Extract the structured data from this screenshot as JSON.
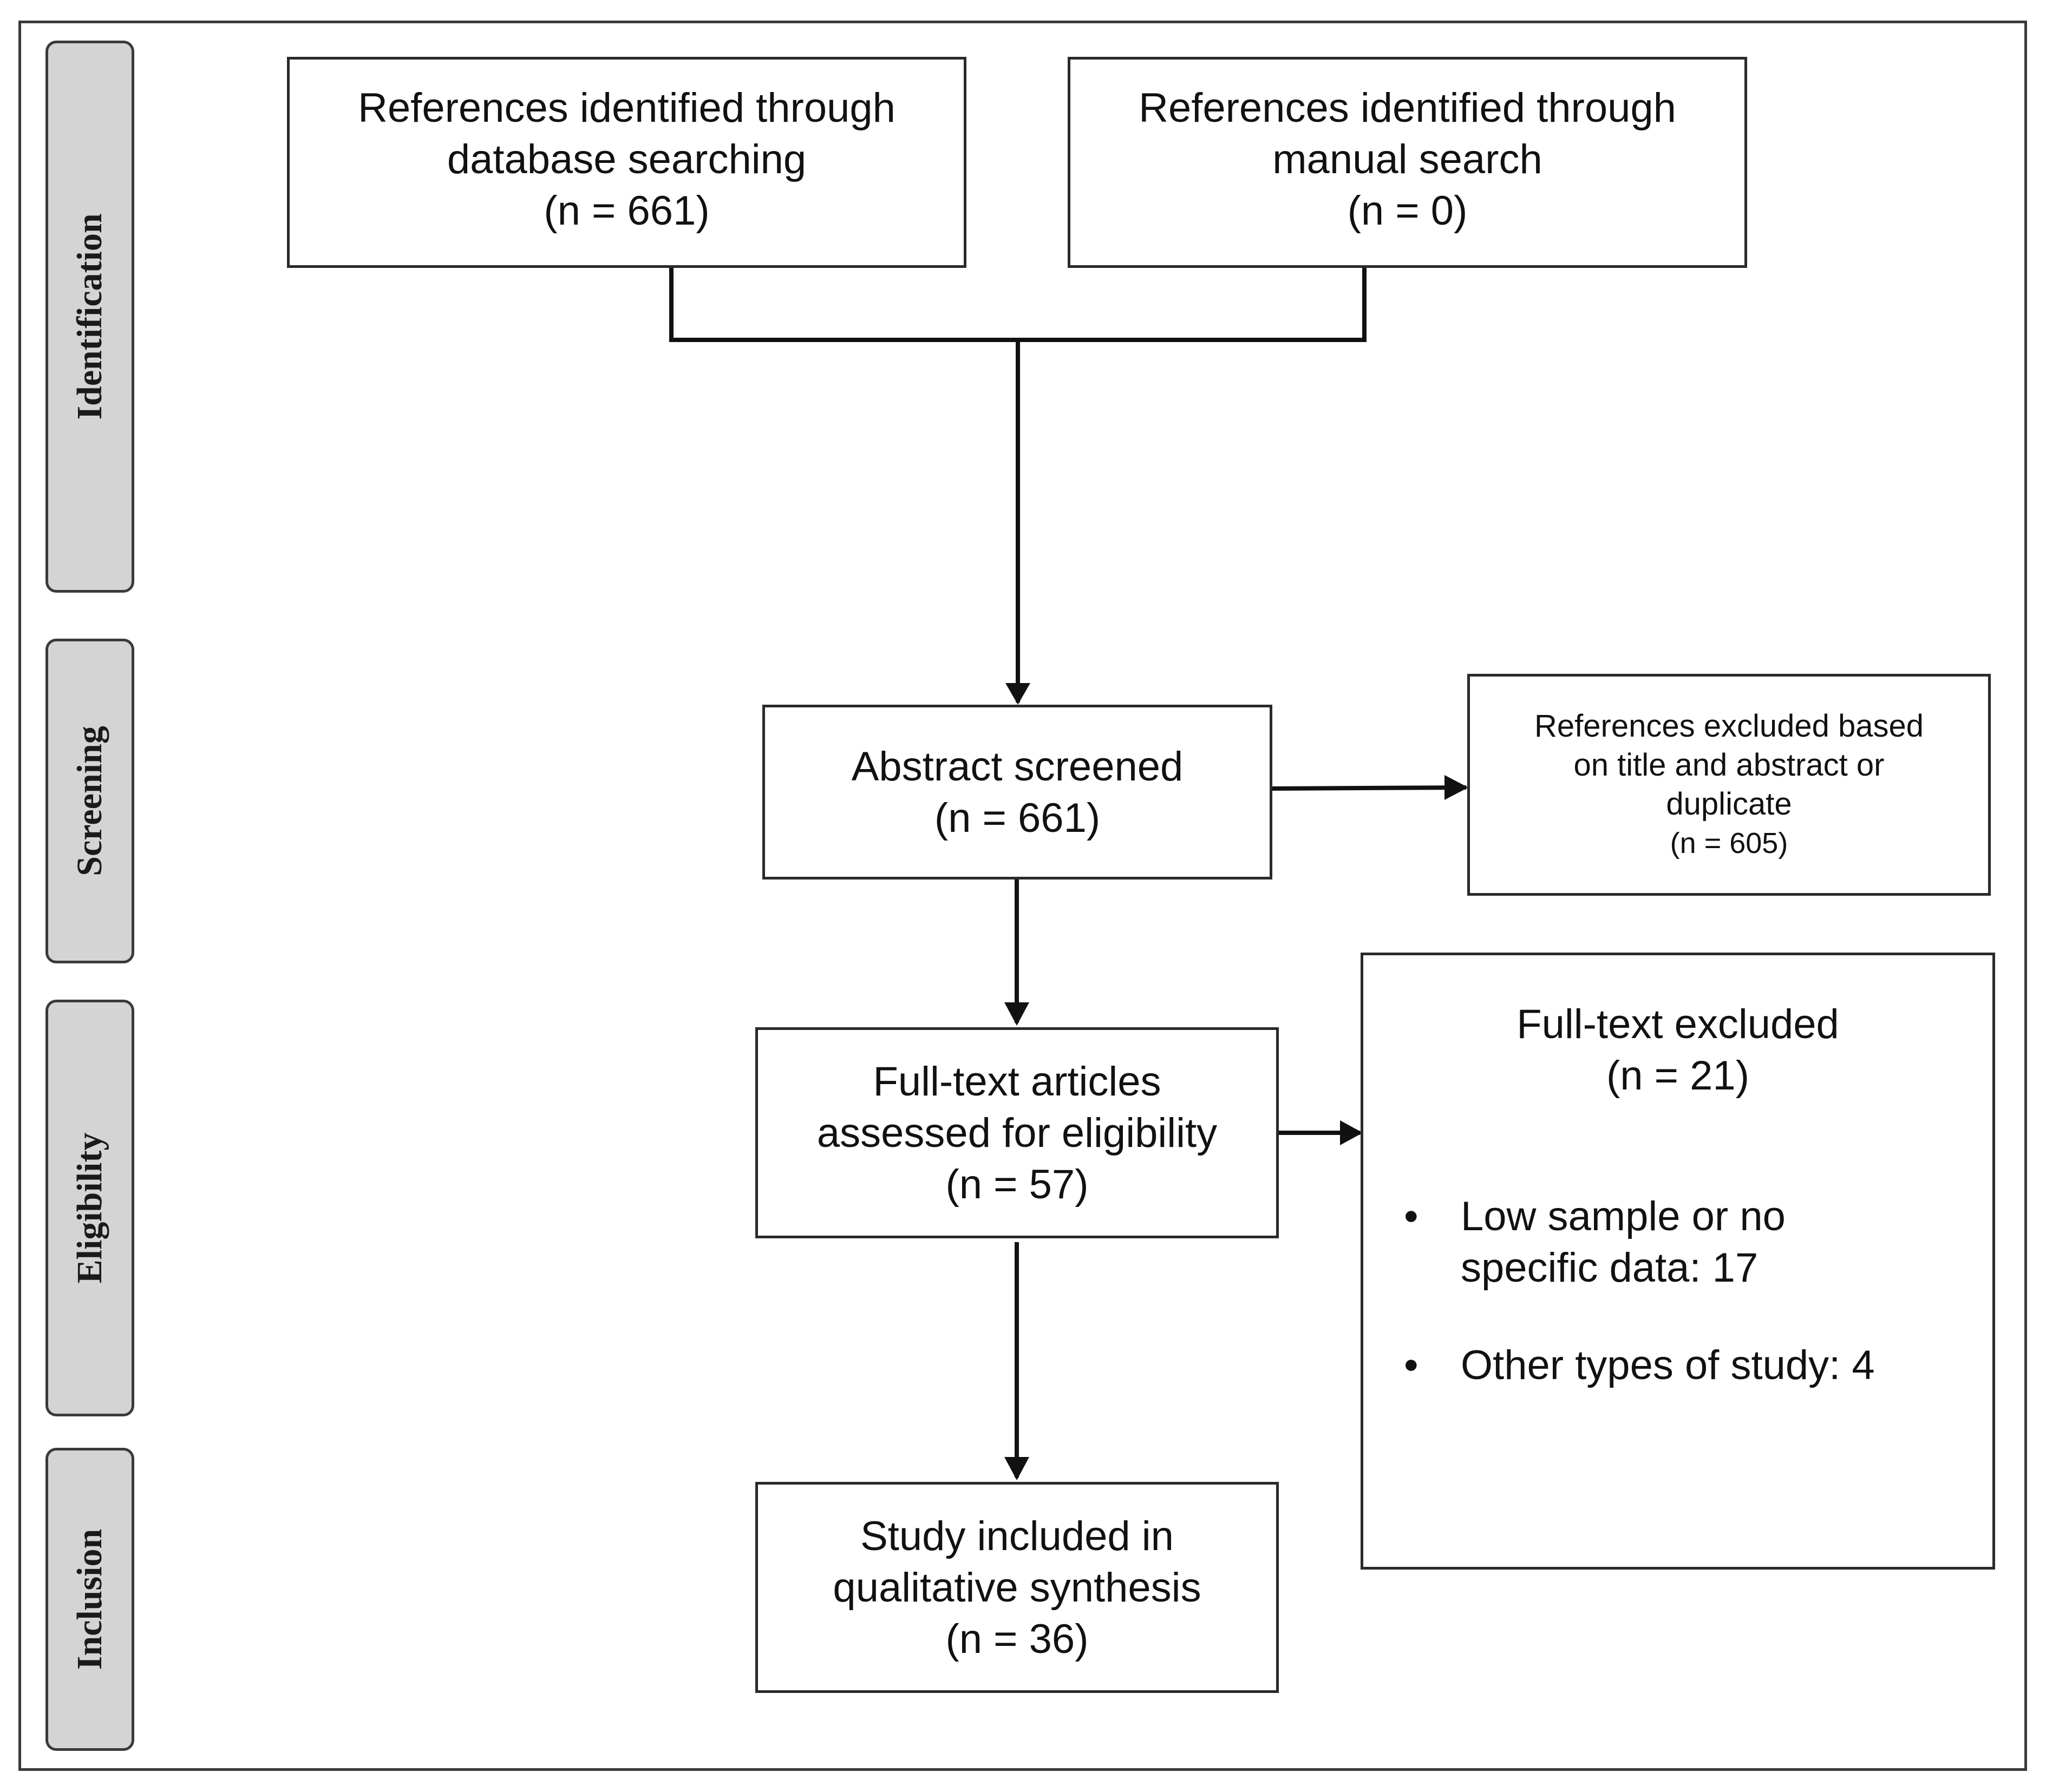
{
  "phases": {
    "identification": "Identification",
    "screening": "Screening",
    "eligibility": "Eligibility",
    "inclusion": "Inclusion"
  },
  "nodes": {
    "database_search": {
      "lines": [
        "References identified through",
        "database searching"
      ],
      "count": "(n = 661)"
    },
    "manual_search": {
      "lines": [
        "References identified through",
        "manual search"
      ],
      "count": "(n = 0)"
    },
    "abstract_screened": {
      "lines": [
        "Abstract screened"
      ],
      "count": "(n = 661)"
    },
    "excluded_title_abstract": {
      "lines": [
        "References excluded based",
        "on title and abstract or",
        "duplicate"
      ],
      "count": "(n = 605)"
    },
    "full_text_assessed": {
      "lines": [
        "Full-text articles",
        "assessed for eligibility"
      ],
      "count": "(n = 57)"
    },
    "full_text_excluded": {
      "lines": [
        "Full-text excluded"
      ],
      "count": "(n = 21)",
      "reasons": [
        {
          "line1": "Low sample or no",
          "line2": "specific data: 17"
        },
        {
          "line1": "Other types of study: 4",
          "line2": ""
        }
      ]
    },
    "included": {
      "lines": [
        "Study included in",
        "qualitative synthesis"
      ],
      "count": "(n = 36)"
    }
  },
  "colors": {
    "line": "#111111",
    "phase_fill": "#d4d4d4",
    "border": "#2a2a2a"
  }
}
